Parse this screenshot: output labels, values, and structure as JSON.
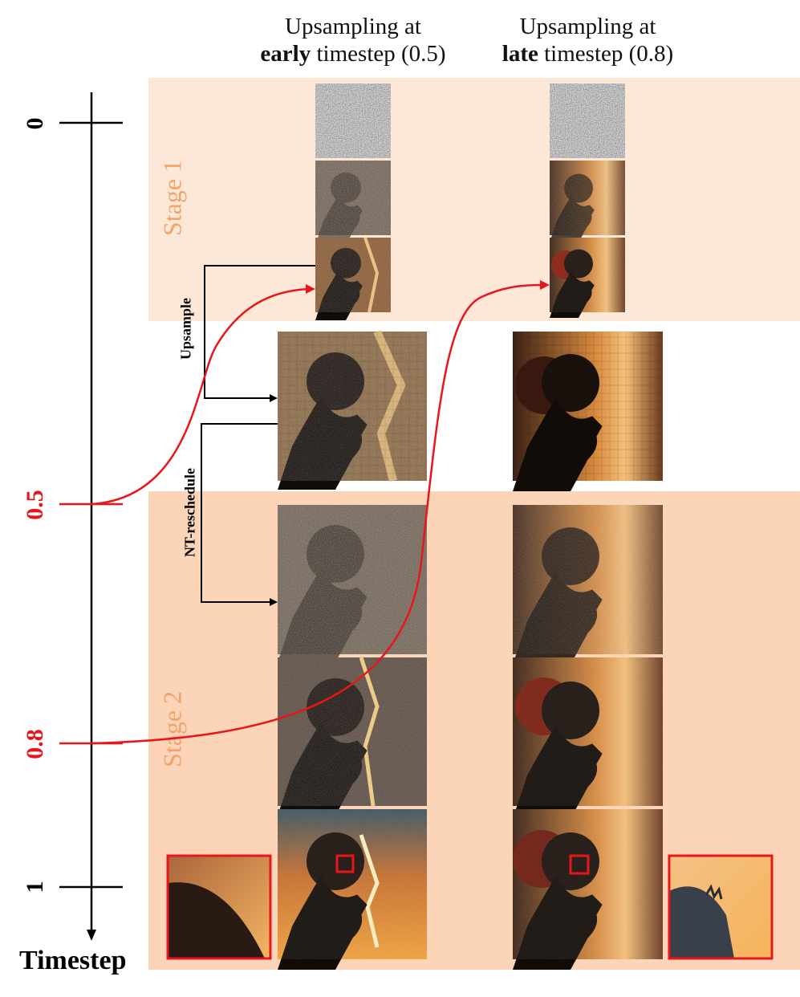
{
  "columns": [
    {
      "line1": "Upsampling at",
      "bold": "early",
      "rest": " timestep (0.5)"
    },
    {
      "line1": "Upsampling at",
      "bold": "late",
      "rest": " timestep (0.8)"
    }
  ],
  "axis": {
    "title": "Timestep",
    "ticks": [
      {
        "label": "0",
        "value": 0,
        "color": "#000000"
      },
      {
        "label": "0.5",
        "value": 0.5,
        "color": "#e8161b"
      },
      {
        "label": "0.8",
        "value": 0.8,
        "color": "#e8161b"
      },
      {
        "label": "1",
        "value": 1,
        "color": "#000000"
      }
    ]
  },
  "stages": [
    {
      "label": "Stage 1",
      "color": "#fde8d8"
    },
    {
      "label": "Stage 2",
      "color": "#fcd5b9"
    }
  ],
  "ops": {
    "upsample": "Upsample",
    "reschedule": "NT-reschedule"
  },
  "colors": {
    "highlight": "#e8161b",
    "stage_text": "#f2a36a"
  }
}
